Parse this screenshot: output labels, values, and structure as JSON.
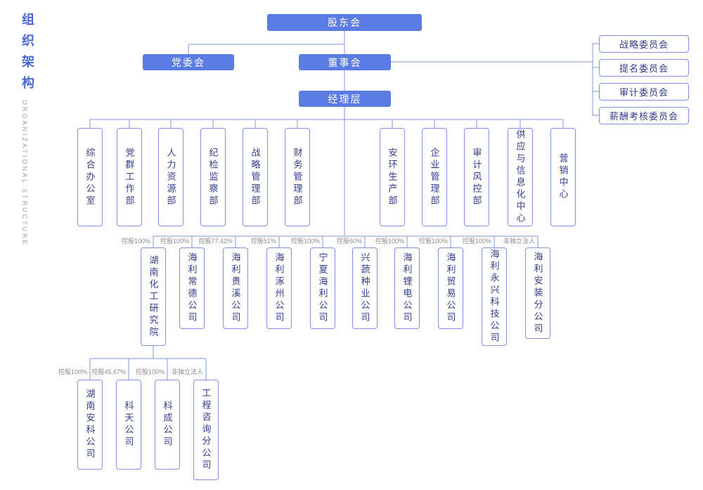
{
  "page": {
    "title_cn": "组织架构",
    "title_en": "ORGANIZATIONAL STRUCTURE"
  },
  "top": {
    "shareholders": "股东会",
    "party_committee": "党委会",
    "board": "董事会",
    "management": "经理层"
  },
  "board_committees": [
    {
      "label": "战略委员会"
    },
    {
      "label": "提名委员会"
    },
    {
      "label": "审计委员会"
    },
    {
      "label": "薪酬考核委员会"
    }
  ],
  "departments": [
    {
      "label": "综合办公室"
    },
    {
      "label": "党群工作部"
    },
    {
      "label": "人力资源部"
    },
    {
      "label": "纪检监察部"
    },
    {
      "label": "战略管理部"
    },
    {
      "label": "财务管理部"
    },
    {
      "label": "安环生产部"
    },
    {
      "label": "企业管理部"
    },
    {
      "label": "审计风控部"
    },
    {
      "label": "供应与信息化中心"
    },
    {
      "label": "营销中心"
    }
  ],
  "subsidiaries": [
    {
      "label": "湖南化工研究院",
      "ownership": "控股100%"
    },
    {
      "label": "海利常德公司",
      "ownership": "控股100%"
    },
    {
      "label": "海利贵溪公司",
      "ownership": "控股77.42%"
    },
    {
      "label": "海利涿州公司",
      "ownership": "控股51%"
    },
    {
      "label": "宁夏海利公司",
      "ownership": "控股100%"
    },
    {
      "label": "兴蔬种业公司",
      "ownership": "控股60%"
    },
    {
      "label": "海利锂电公司",
      "ownership": "控股100%"
    },
    {
      "label": "海利贸易公司",
      "ownership": "控股100%"
    },
    {
      "label": "海利永兴科技公司",
      "ownership": "控股100%"
    },
    {
      "label": "海利安装分公司",
      "ownership": "非独立法人"
    }
  ],
  "sub_subsidiaries": [
    {
      "label": "湖南安科公司",
      "ownership": "控股100%"
    },
    {
      "label": "科天公司",
      "ownership": "控股45.67%"
    },
    {
      "label": "科成公司",
      "ownership": "控股100%"
    },
    {
      "label": "工程咨询分公司",
      "ownership": "非独立法人"
    }
  ],
  "colors": {
    "node_fill_blue": "#5b7ce3",
    "node_border_blue": "#8094dd",
    "node_text_navy": "#323e8c",
    "connector_blue": "#8094dd",
    "ownership_gray": "#8a8a8a",
    "title_blue": "#4769d6"
  }
}
